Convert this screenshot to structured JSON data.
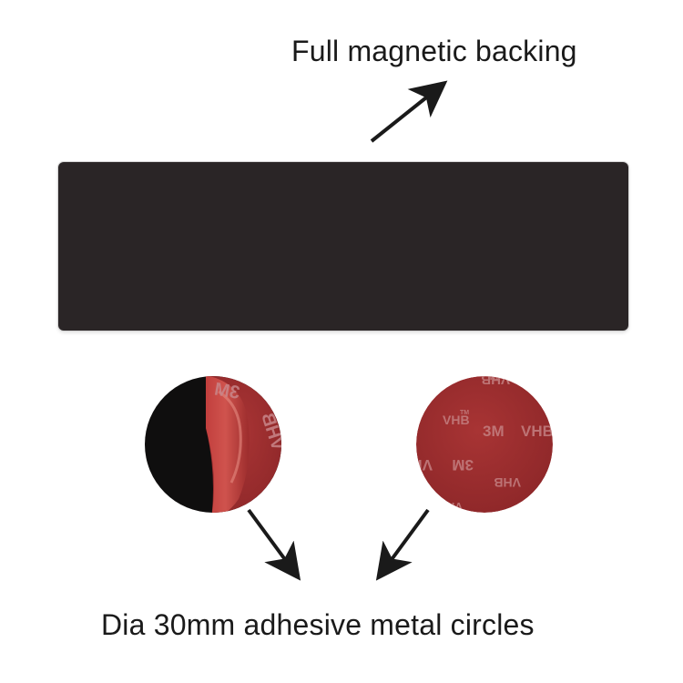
{
  "captions": {
    "top": "Full magnetic backing",
    "bottom": "Dia 30mm adhesive metal circles"
  },
  "tape_print": {
    "brand": "3M",
    "product": "VHB",
    "trademark": "TM"
  },
  "colors": {
    "magnet": "#2a2526",
    "tape_red": "#9b2d2f",
    "tape_highlight": "#c0413f",
    "arrow": "#1a1a1a"
  },
  "icons": [
    "arrow-up-right-icon",
    "arrow-down-right-icon",
    "arrow-down-left-icon"
  ]
}
